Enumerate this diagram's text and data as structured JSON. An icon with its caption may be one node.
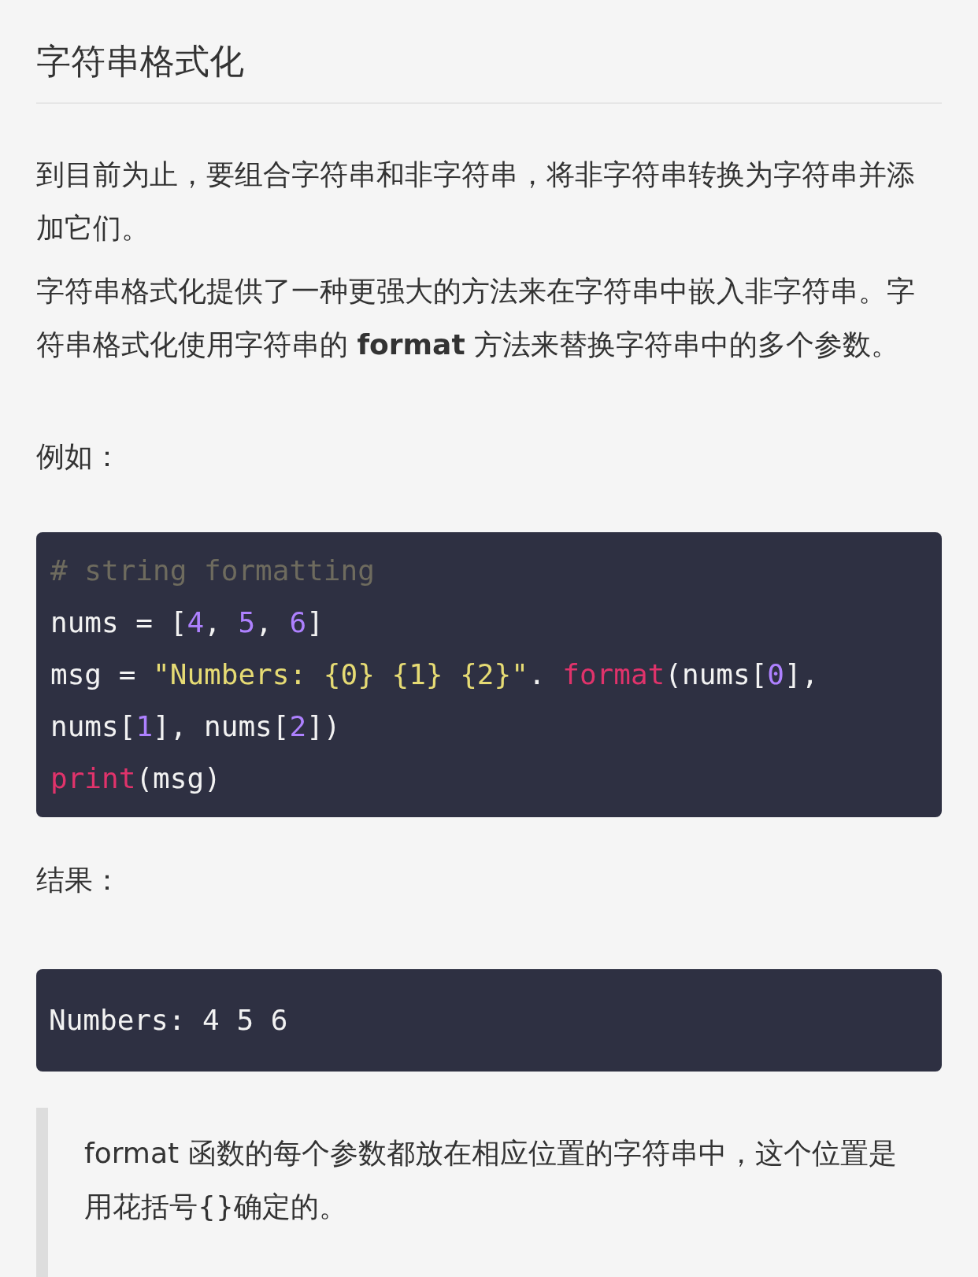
{
  "diagram": {
    "title": "字符串格式化",
    "nodes": [
      {
        "text": [
          "# string formatting",
          "nums = [4, 5, 6]",
          "msg = \"Numbers: {0} {1} {2}\". format(nums[0], nums[1], nums[2])",
          "print(msg)"
        ]
      },
      {
        "text": [
          "Numbers: 4 5 6"
        ]
      },
      {
        "text": [
          "format 函数的每个参数都放在相应位置的字符串中，这个位置是用花括号{}确定的。"
        ]
      }
    ],
    "labels": [
      "到目前为止，要组合字符串和非字符串，将非字符串转换为字符串并添加它们。",
      "字符串格式化提供了一种更强大的方法来在字符串中嵌入非字符串。字符串格式化使用字符串的 **format** 方法来替换字符串中的多个参数。",
      "例如：",
      "结果："
    ]
  }
}
